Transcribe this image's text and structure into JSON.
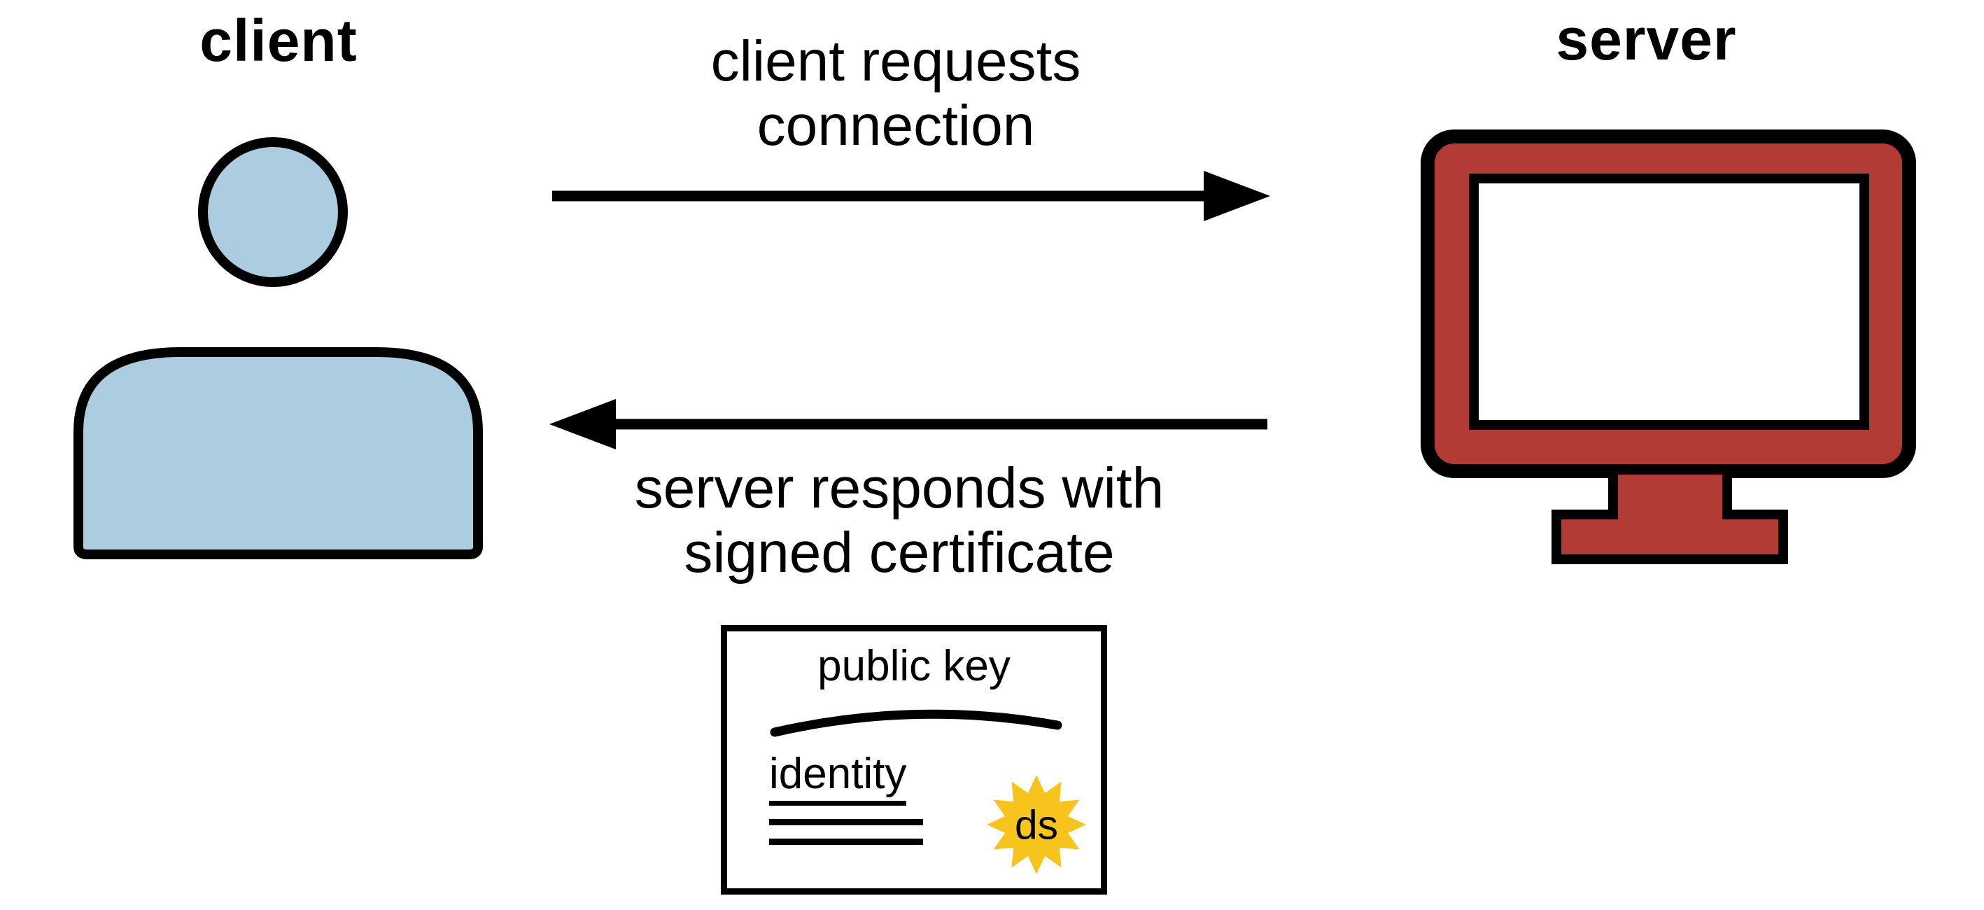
{
  "client": {
    "label": "client"
  },
  "server": {
    "label": "server"
  },
  "request_arrow": {
    "line1": "client requests",
    "line2": "connection"
  },
  "response_arrow": {
    "line1": "server responds with",
    "line2": "signed certificate"
  },
  "certificate": {
    "public_key": "public key",
    "identity": "identity",
    "ds": "ds"
  },
  "colors": {
    "person_fill": "#accde0",
    "monitor_fill": "#b23b35",
    "screen_fill": "#ffffff",
    "starburst_fill": "#f7c41d",
    "outline": "#000000"
  }
}
